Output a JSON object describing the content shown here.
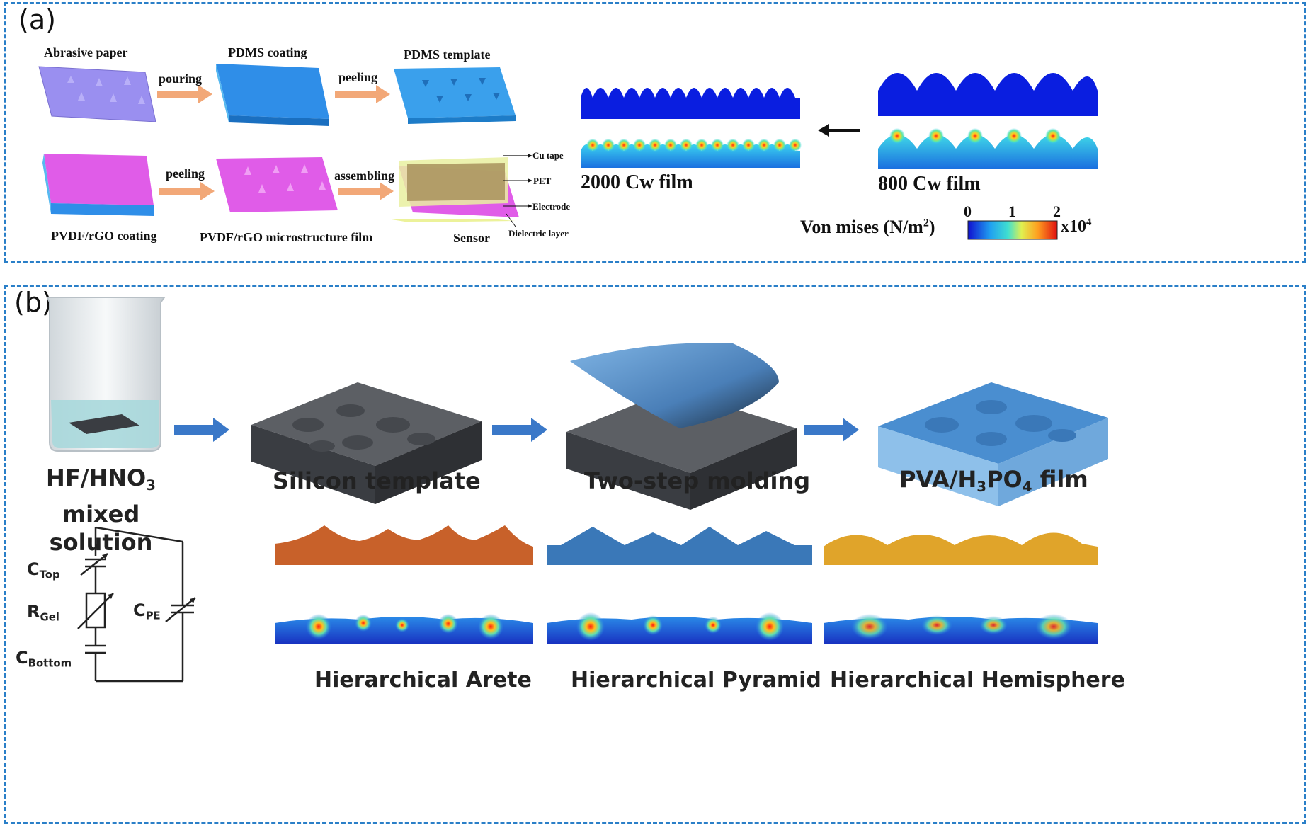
{
  "panel_a": {
    "tag": "(a)",
    "steps": {
      "abrasive_paper": "Abrasive paper",
      "pdms_coating": "PDMS coating",
      "pdms_template": "PDMS template",
      "pvdf_coating": "PVDF/rGO coating",
      "pvdf_film": "PVDF/rGO microstructure film",
      "sensor": "Sensor"
    },
    "arrows": {
      "pouring": "pouring",
      "peeling_1": "peeling",
      "peeling_2": "peeling",
      "assembling": "assembling"
    },
    "sensor_layers": {
      "cu_tape": "Cu tape",
      "pet": "PET",
      "electrode": "Electrode",
      "dielectric": "Dielectric layer"
    },
    "films": {
      "film_2000": "2000 Cw film",
      "film_800": "800 Cw film"
    },
    "colorbar": {
      "label_main": "Von mises (N/m",
      "label_sup": "2",
      "label_close": ")",
      "ticks": [
        "0",
        "1",
        "2"
      ],
      "multiplier": "x10",
      "multiplier_sup": "4"
    }
  },
  "panel_b": {
    "tag": "(b)",
    "steps": {
      "solution_line1_a": "HF/HNO",
      "solution_line1_sub": "3",
      "solution_line2": "mixed solution",
      "silicon": "Silicon template",
      "molding": "Two-step molding",
      "pva_a": "PVA/H",
      "pva_sub1": "3",
      "pva_b": "PO",
      "pva_sub2": "4",
      "pva_c": " film"
    },
    "circuit": {
      "c_top": "C",
      "c_top_sub": "Top",
      "r_gel": "R",
      "r_gel_sub": "Gel",
      "c_pe": "C",
      "c_pe_sub": "PE",
      "c_bottom": "C",
      "c_bottom_sub": "Bottom"
    },
    "structures": [
      "Hierarchical Arete",
      "Hierarchical Pyramid",
      "Hierarchical Hemisphere"
    ],
    "colors": {
      "arete": "#c8612a",
      "pyramid": "#3a78b8",
      "hemisphere": "#e0a42a"
    }
  }
}
